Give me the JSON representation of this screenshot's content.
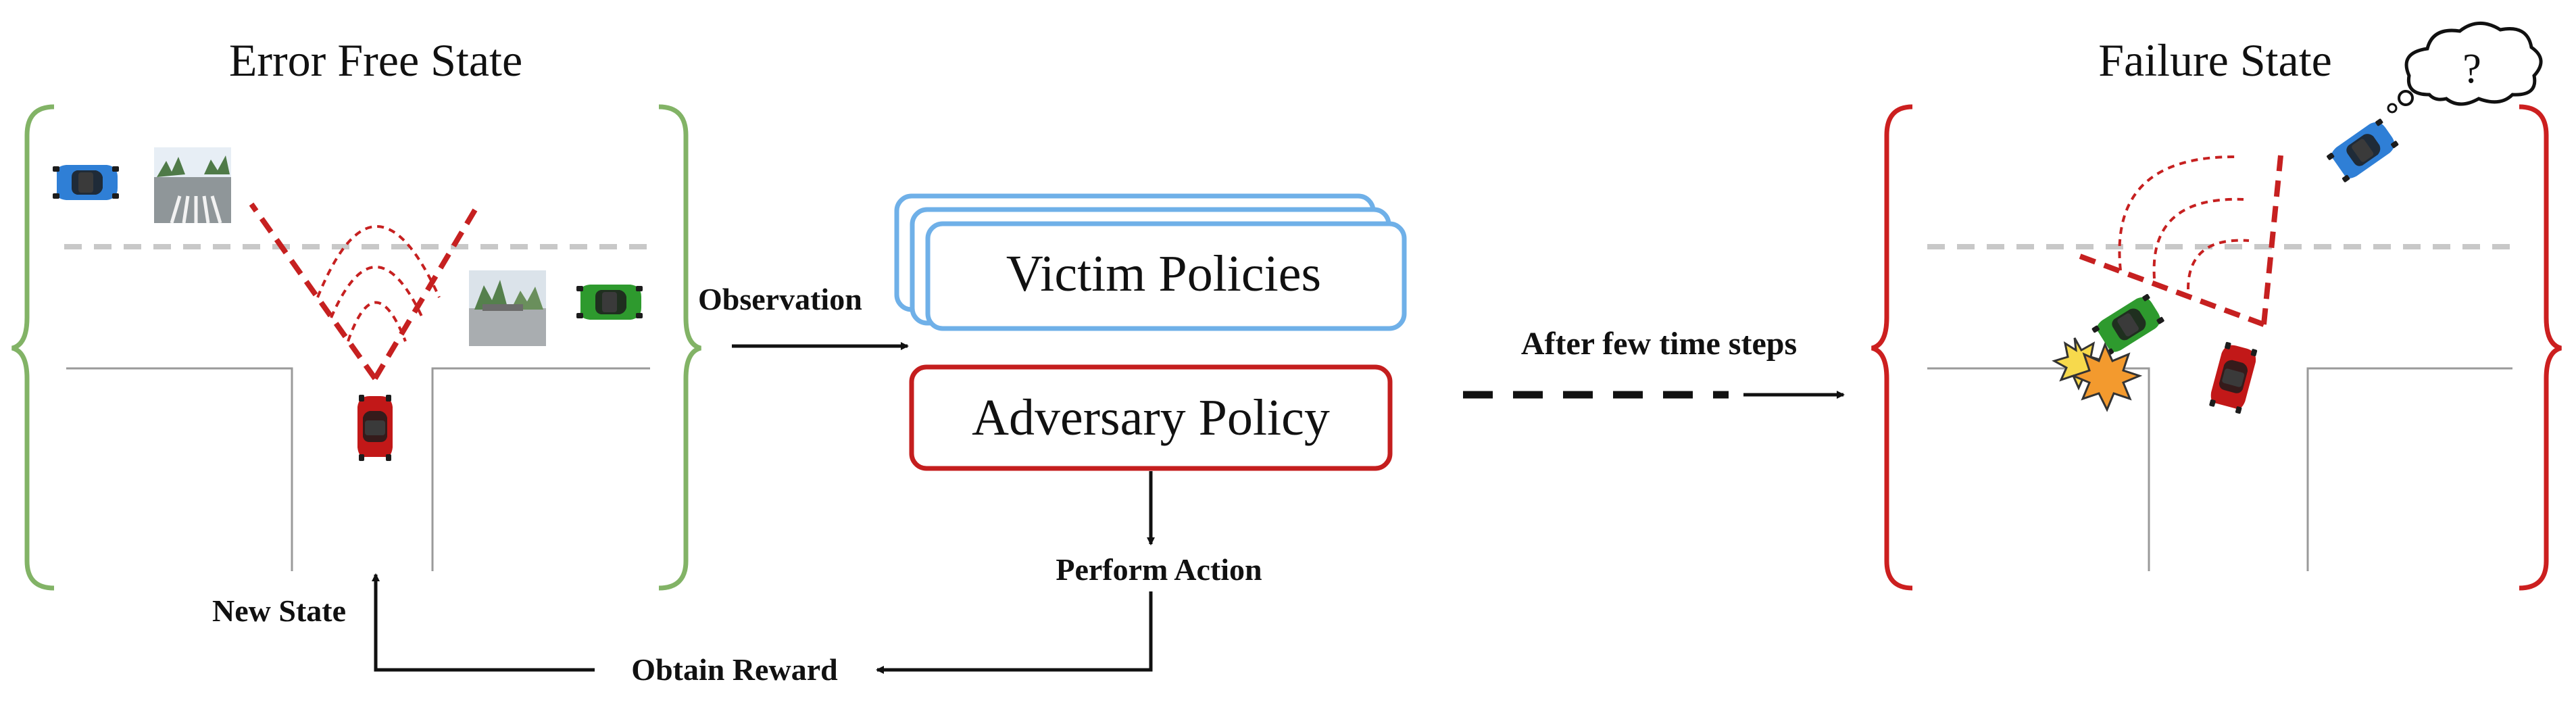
{
  "diagram": {
    "left_panel": {
      "title": "Error Free State"
    },
    "right_panel": {
      "title": "Failure State",
      "thought_symbol": "?"
    },
    "policies": {
      "victim_label": "Victim Policies",
      "adversary_label": "Adversary Policy"
    },
    "flow": {
      "observation": "Observation",
      "perform_action": "Perform Action",
      "obtain_reward": "Obtain Reward",
      "new_state": "New State",
      "transition": "After few time steps"
    },
    "icons": {
      "victim_car_a": "blue-car-icon",
      "victim_car_b": "green-car-icon",
      "adversary_car": "red-car-icon",
      "collision": "collision-star-icon",
      "camera_view": "camera-view-icon",
      "thought": "thought-bubble-icon"
    },
    "colors": {
      "error_free_bracket": "#82b366",
      "failure_bracket": "#cc1f1f",
      "victim_box": "#6fb0e8",
      "adversary_box": "#c41e1e",
      "blue_car": "#2f7fd6",
      "green_car": "#2e9a2e",
      "red_car": "#c21818",
      "road_dash": "#c8c8c8",
      "sensor": "#c62020",
      "collision_outer": "#f39a2e",
      "collision_inner": "#f7d94c"
    }
  }
}
